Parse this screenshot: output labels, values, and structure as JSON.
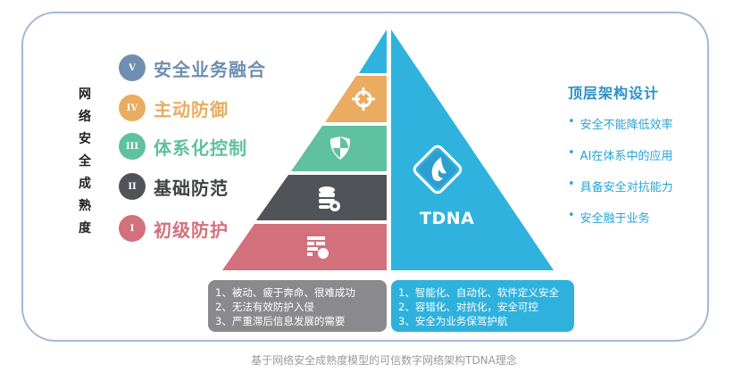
{
  "vertical_title": [
    "网",
    "络",
    "安",
    "全",
    "成",
    "熟",
    "度"
  ],
  "levels": [
    {
      "numeral": "V",
      "label": "安全业务融合",
      "color": "#6f8fb0"
    },
    {
      "numeral": "IV",
      "label": "主动防御",
      "color": "#e9ac60"
    },
    {
      "numeral": "III",
      "label": "体系化控制",
      "color": "#5fc19f"
    },
    {
      "numeral": "II",
      "label": "基础防范",
      "color": "#505357"
    },
    {
      "numeral": "I",
      "label": "初级防护",
      "color": "#d2707c"
    }
  ],
  "pyramid": {
    "tip_color": "#30b2de",
    "band_icons": [
      "target-crosshair-icon",
      "shield-icon",
      "database-gear-icon",
      "firewall-icon"
    ],
    "right_label": "TDNA",
    "right_color": "#30b2de"
  },
  "right_panel": {
    "title": "顶层架构设计",
    "items": [
      "安全不能降低效率",
      "AI在体系中的应用",
      "具备安全对抗能力",
      "安全融于业务"
    ]
  },
  "bottom_boxes": {
    "left": [
      "1、被动、疲于奔命、很难成功",
      "2、无法有效防护入侵",
      "3、严重滞后信息发展的需要"
    ],
    "right": [
      "1、智能化、自动化、软件定义安全",
      "2、容错化、对抗化，安全可控",
      "3、安全为业务保驾护航"
    ]
  },
  "caption": "基于网络安全成熟度模型的可信数字网络架构TDNA理念"
}
